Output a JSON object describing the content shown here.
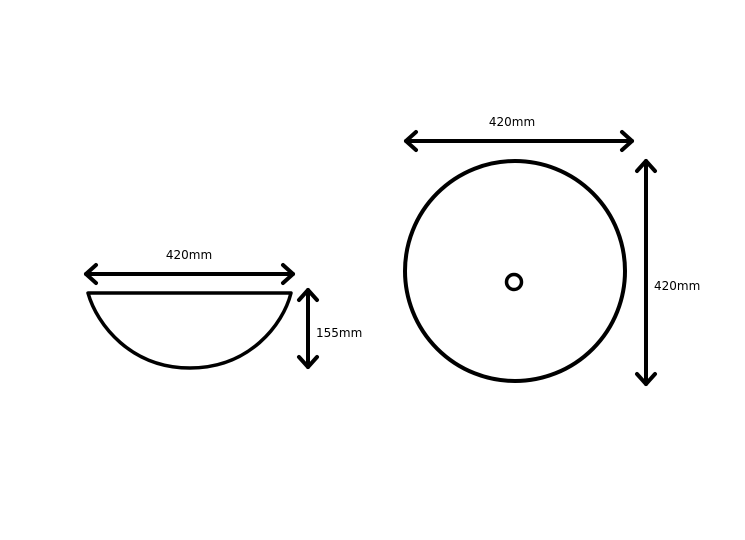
{
  "side_view": {
    "width_label": "420mm",
    "height_label": "155mm"
  },
  "top_view": {
    "width_label": "420mm",
    "height_label": "420mm"
  },
  "colors": {
    "stroke": "#000000",
    "background": "#ffffff"
  }
}
